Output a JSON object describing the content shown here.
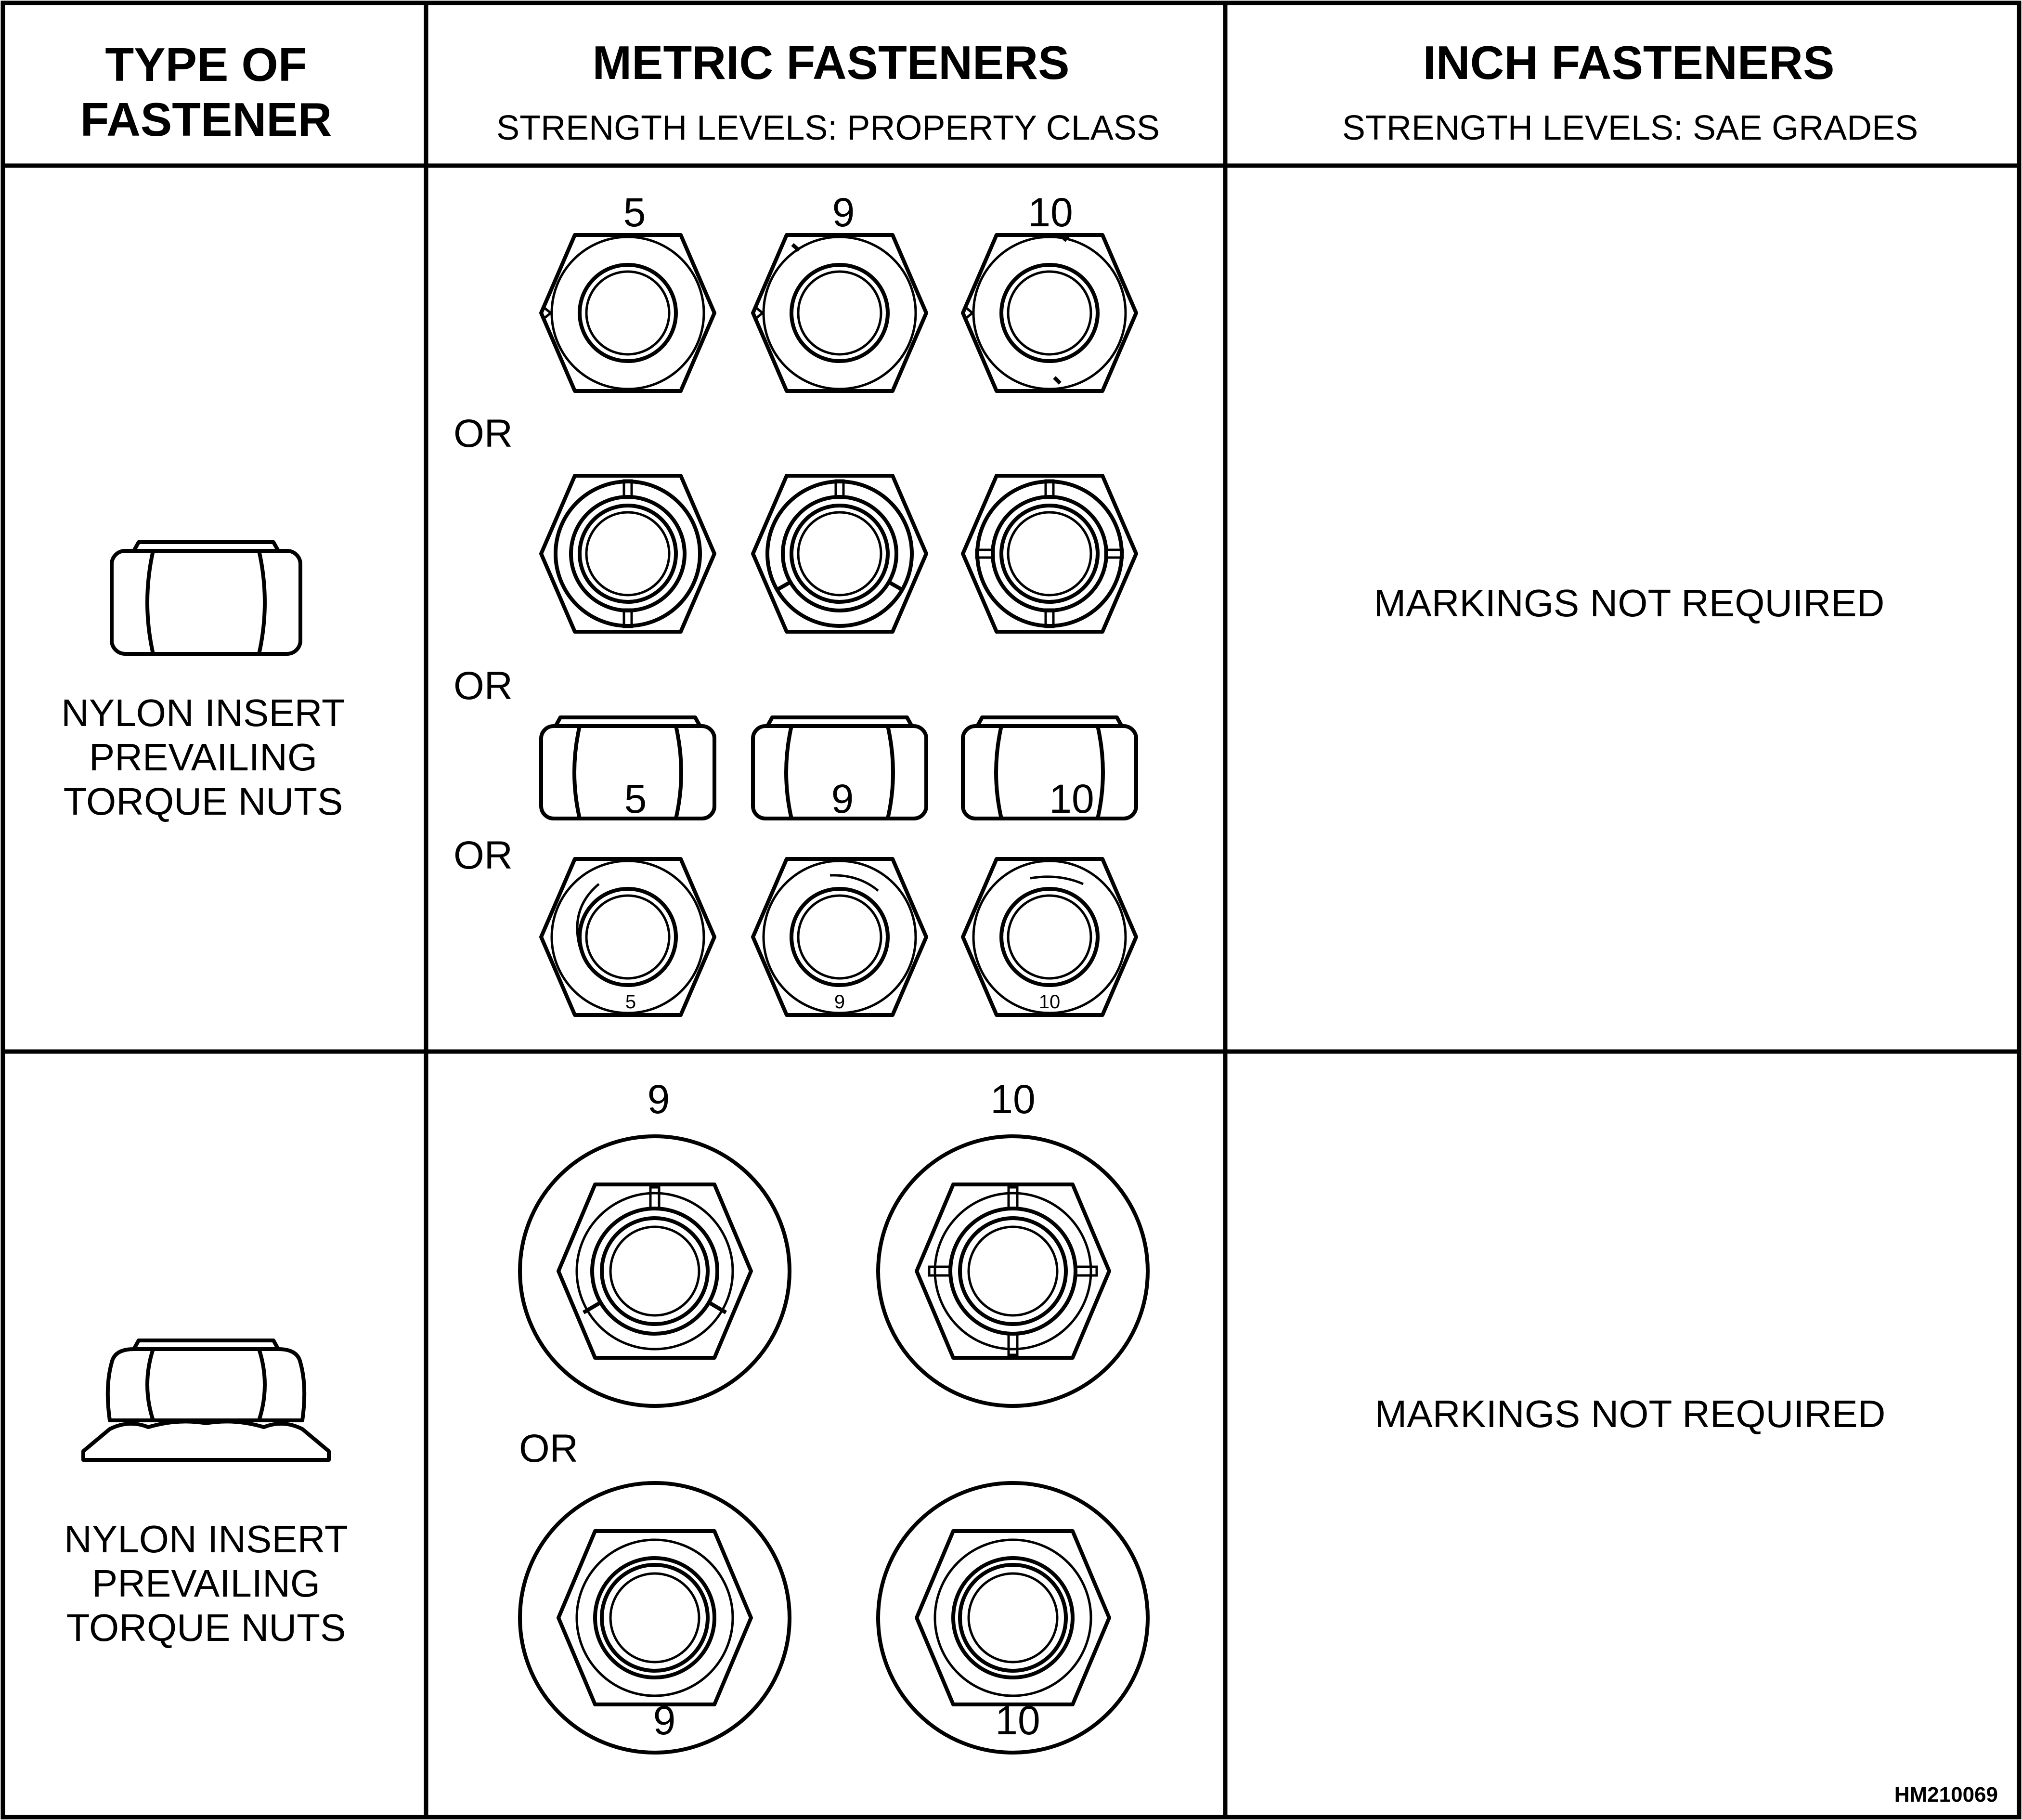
{
  "header": {
    "col1_title_line1": "TYPE OF",
    "col1_title_line2": "FASTENER",
    "col2_title": "METRIC FASTENERS",
    "col2_subtitle": "STRENGTH LEVELS: PROPERTY CLASS",
    "col3_title": "INCH FASTENERS",
    "col3_subtitle": "STRENGTH LEVELS: SAE GRADES"
  },
  "row1": {
    "type_line1": "NYLON INSERT",
    "type_line2": "PREVAILING",
    "type_line3": "TORQUE NUTS",
    "classes": [
      "5",
      "9",
      "10"
    ],
    "or_label": "OR",
    "inch_text": "MARKINGS NOT REQUIRED"
  },
  "row2": {
    "type_line1": "NYLON INSERT",
    "type_line2": "PREVAILING",
    "type_line3": "TORQUE NUTS",
    "classes": [
      "9",
      "10"
    ],
    "or_label": "OR",
    "inch_text": "MARKINGS NOT REQUIRED"
  },
  "figure_id": "HM210069"
}
